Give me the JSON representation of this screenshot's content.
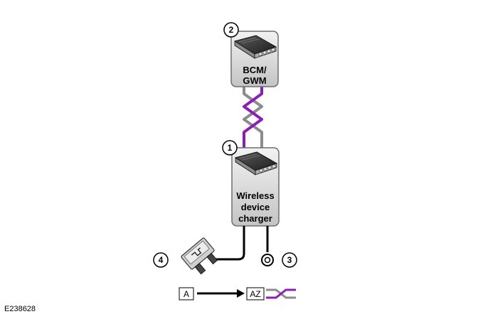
{
  "figure_id": "E238628",
  "colors": {
    "can_primary": "#8a1fb3",
    "can_secondary": "#8c8c8c",
    "wire": "#000000",
    "module_fill": "#d9d9d9",
    "module_border": "#6e6e6e"
  },
  "modules": [
    {
      "id": "bcm-gwm",
      "callout": "2",
      "label_lines": [
        "BCM/",
        "GWM"
      ],
      "icon": "electronic-module-chip-icon"
    },
    {
      "id": "wireless-charger",
      "callout": "1",
      "label_lines": [
        "Wireless",
        "device",
        "charger"
      ],
      "icon": "electronic-module-chip-icon"
    }
  ],
  "components": [
    {
      "id": "fuse",
      "callout": "4",
      "icon": "fuse-icon"
    },
    {
      "id": "ground",
      "callout": "3",
      "icon": "ground-eyelet-icon"
    }
  ],
  "legend": {
    "power_box_label": "A",
    "can_box_label": "AZ",
    "arrow_icon": "arrow-right-icon",
    "can_icon": "twisted-pair-icon"
  }
}
